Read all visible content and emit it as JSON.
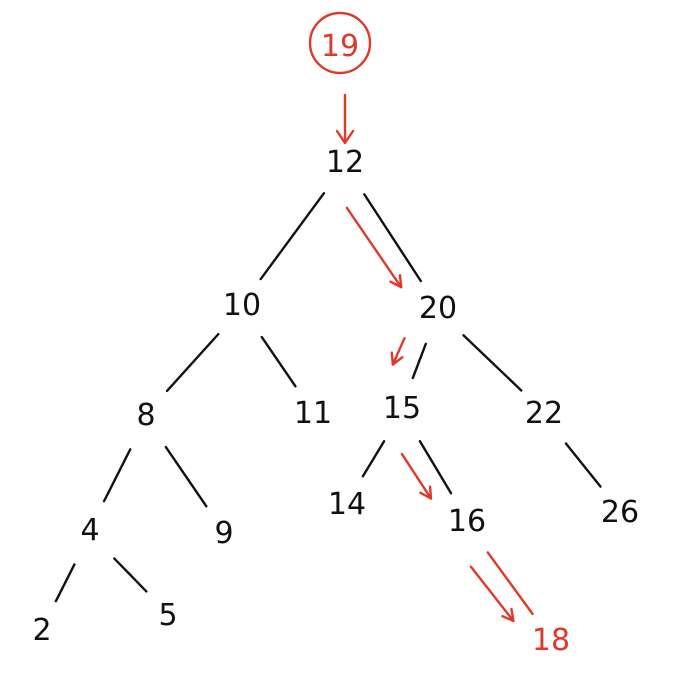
{
  "colors": {
    "ink": "#111111",
    "highlight": "#e0392a"
  },
  "tree": {
    "inserted_value": "19",
    "nodes": [
      {
        "id": "n12",
        "label": "12"
      },
      {
        "id": "n10",
        "label": "10"
      },
      {
        "id": "n20",
        "label": "20"
      },
      {
        "id": "n8",
        "label": "8"
      },
      {
        "id": "n11",
        "label": "11"
      },
      {
        "id": "n15",
        "label": "15"
      },
      {
        "id": "n22",
        "label": "22"
      },
      {
        "id": "n4",
        "label": "4"
      },
      {
        "id": "n9",
        "label": "9"
      },
      {
        "id": "n14",
        "label": "14"
      },
      {
        "id": "n16",
        "label": "16"
      },
      {
        "id": "n26",
        "label": "26"
      },
      {
        "id": "n2",
        "label": "2"
      },
      {
        "id": "n5",
        "label": "5"
      },
      {
        "id": "n18",
        "label": "18",
        "highlight": true
      }
    ],
    "edges": [
      [
        "n12",
        "n10"
      ],
      [
        "n12",
        "n20"
      ],
      [
        "n10",
        "n8"
      ],
      [
        "n10",
        "n11"
      ],
      [
        "n20",
        "n15"
      ],
      [
        "n20",
        "n22"
      ],
      [
        "n8",
        "n4"
      ],
      [
        "n8",
        "n9"
      ],
      [
        "n15",
        "n14"
      ],
      [
        "n15",
        "n16"
      ],
      [
        "n22",
        "n26"
      ],
      [
        "n4",
        "n2"
      ],
      [
        "n4",
        "n5"
      ],
      [
        "n16",
        "n18",
        "highlight"
      ]
    ],
    "search_path": [
      "n12",
      "n20",
      "n15",
      "n16",
      "n18"
    ]
  }
}
